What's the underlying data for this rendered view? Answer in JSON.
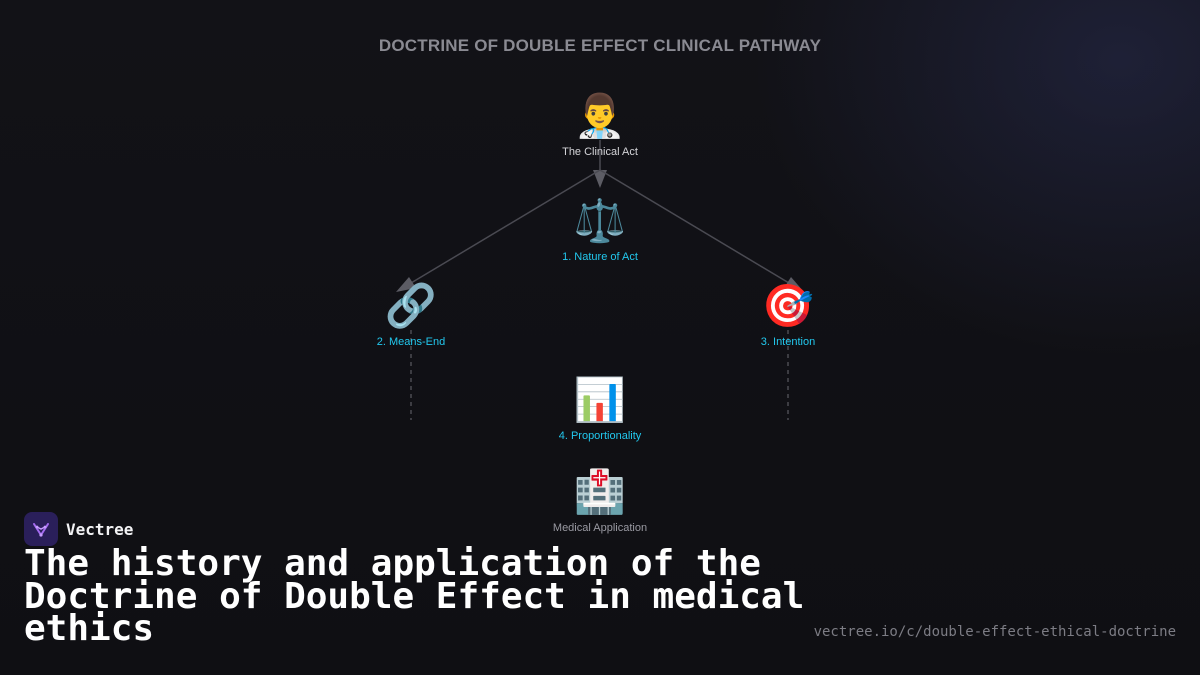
{
  "diagram": {
    "title": "DOCTRINE OF DOUBLE EFFECT CLINICAL PATHWAY",
    "nodes": {
      "root": {
        "icon": "doctor-icon",
        "glyph": "👨‍⚕️",
        "label": "The Clinical Act"
      },
      "nature": {
        "icon": "balance-scale-icon",
        "glyph": "⚖️",
        "label": "1. Nature of Act"
      },
      "means": {
        "icon": "link-icon",
        "glyph": "🔗",
        "label": "2. Means-End"
      },
      "intention": {
        "icon": "target-icon",
        "glyph": "🎯",
        "label": "3. Intention"
      },
      "proportionality": {
        "icon": "bar-chart-icon",
        "glyph": "📊",
        "label": "4. Proportionality"
      },
      "application": {
        "icon": "hospital-icon",
        "glyph": "🏥",
        "label": "Medical Application"
      }
    },
    "colors": {
      "edge": "#4a4a52",
      "arrow": "#5c5c64",
      "criterion_label": "#22c8ee"
    }
  },
  "brand": {
    "name": "Vectree",
    "logo_icon": "vectree-logo-icon"
  },
  "headline": "The history and application of the Doctrine of Double Effect in medical ethics",
  "url": "vectree.io/c/double-effect-ethical-doctrine"
}
